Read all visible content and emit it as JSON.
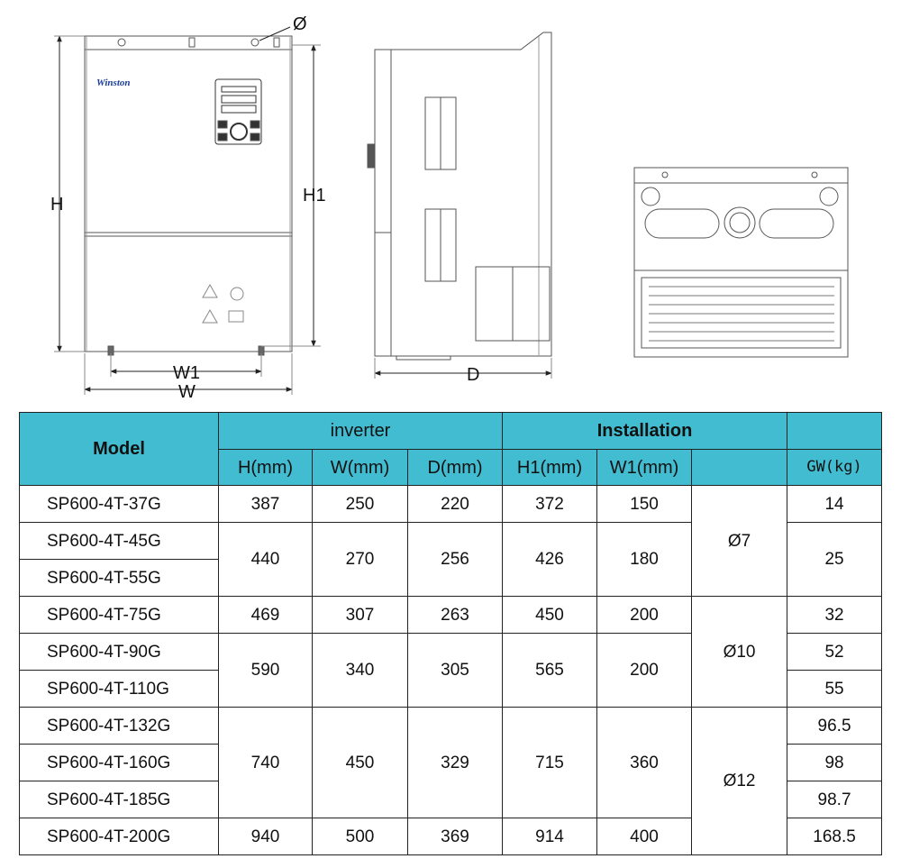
{
  "drawings": {
    "front_labels": {
      "height": "H",
      "height1": "H1",
      "width1": "W1",
      "width": "W",
      "hole": "Ø"
    },
    "side_labels": {
      "depth": "D"
    },
    "brand_logo": "Winston"
  },
  "table": {
    "model_header": "Model",
    "group_inverter": "inverter",
    "group_installation": "Installation",
    "sub_headers": {
      "h": "H(mm)",
      "w": "W(mm)",
      "d": "D(mm)",
      "h1": "H1(mm)",
      "w1": "W1(mm)",
      "gw": "GW(kg)"
    },
    "models": [
      "SP600-4T-37G",
      "SP600-4T-45G",
      "SP600-4T-55G",
      "SP600-4T-75G",
      "SP600-4T-90G",
      "SP600-4T-110G",
      "SP600-4T-132G",
      "SP600-4T-160G",
      "SP600-4T-185G",
      "SP600-4T-200G"
    ],
    "dims": [
      {
        "h": "387",
        "w": "250",
        "d": "220",
        "h1": "372",
        "w1": "150"
      },
      {
        "h": "440",
        "w": "270",
        "d": "256",
        "h1": "426",
        "w1": "180"
      },
      {
        "h": "469",
        "w": "307",
        "d": "263",
        "h1": "450",
        "w1": "200"
      },
      {
        "h": "590",
        "w": "340",
        "d": "305",
        "h1": "565",
        "w1": "200"
      },
      {
        "h": "740",
        "w": "450",
        "d": "329",
        "h1": "715",
        "w1": "360"
      },
      {
        "h": "940",
        "w": "500",
        "d": "369",
        "h1": "914",
        "w1": "400"
      }
    ],
    "holes": [
      "Ø7",
      "Ø10",
      "Ø12"
    ],
    "gw": [
      "14",
      "25",
      "32",
      "52",
      "55",
      "96.5",
      "98",
      "98.7",
      "168.5"
    ]
  }
}
